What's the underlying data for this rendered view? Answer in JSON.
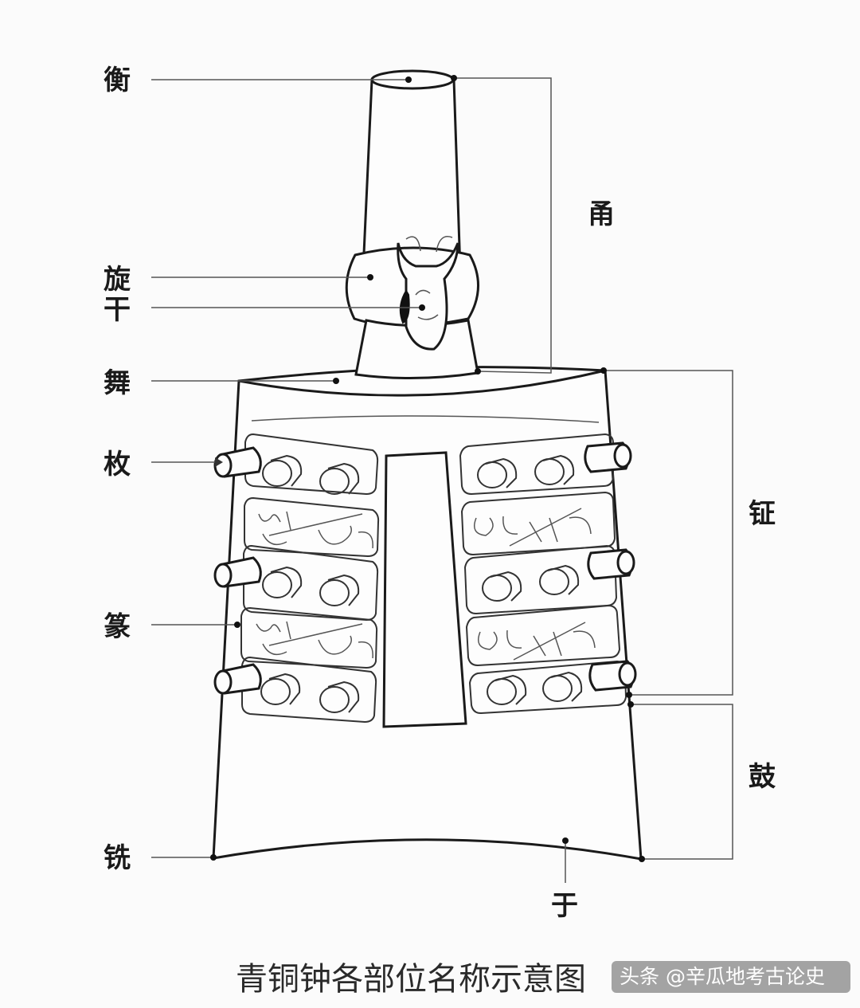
{
  "labels": {
    "heng": "衡",
    "xuan": "旋",
    "gan": "干",
    "wu": "舞",
    "mei": "枚",
    "zhuan": "篆",
    "xian": "铣",
    "yong": "甬",
    "zheng": "钲",
    "gu": "鼓",
    "yu": "于"
  },
  "caption": "青铜钟各部位名称示意图",
  "watermark": "头条 @辛瓜地考古论史",
  "colors": {
    "line": "#1a1a1a",
    "background": "#fbfbfb"
  }
}
